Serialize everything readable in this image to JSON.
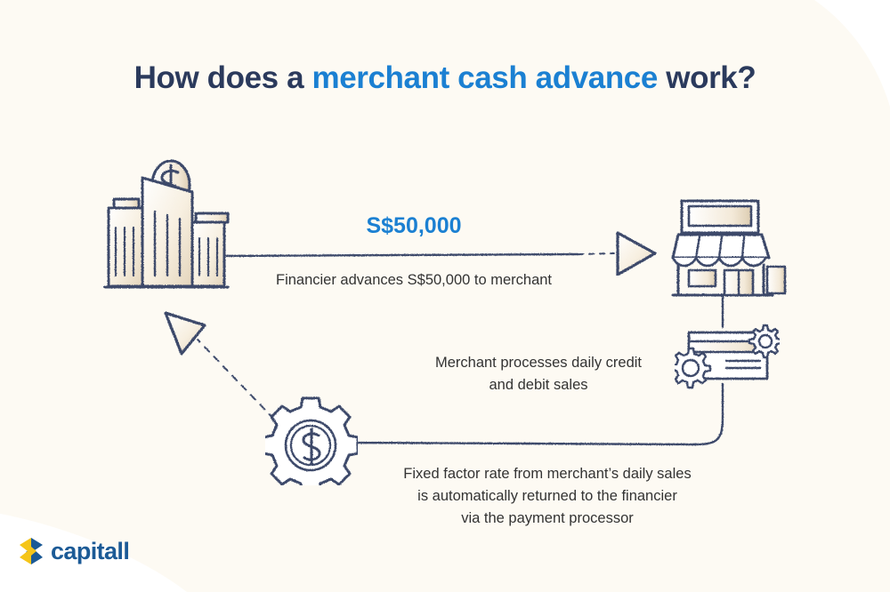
{
  "page": {
    "kind": "infographic",
    "background_color": "#fdfaf3",
    "background_outer_color": "#ffffff",
    "text_color": "#333333",
    "accent_blue": "#1b80d2",
    "title_dark": "#2b3a5c",
    "sketch_ink": "#3c4a6b",
    "sketch_fill": "#e9ddc9"
  },
  "title": {
    "part1": "How does a ",
    "accent": "merchant cash advance",
    "part2": " work?",
    "full": "How does a merchant cash advance work?"
  },
  "flow": {
    "amount_label": "S$50,000",
    "steps": [
      {
        "id": "step-1",
        "caption": "Financier advances S$50,000 to merchant",
        "from_icon": "office-building-dollar-icon",
        "to_icon": "storefront-icon"
      },
      {
        "id": "step-2",
        "caption_line1": "Merchant processes daily credit",
        "caption_line2": "and debit sales",
        "from_icon": "storefront-icon",
        "to_icon": "credit-card-gears-icon"
      },
      {
        "id": "step-3",
        "caption_line1": "Fixed factor rate from merchant’s daily sales",
        "caption_line2": "is automatically returned to the financier",
        "caption_line3": "via the payment processor",
        "from_icon": "credit-card-gears-icon",
        "to_icon": "gear-dollar-icon"
      }
    ]
  },
  "icons": {
    "building": "office-building-dollar-icon",
    "storefront": "storefront-icon",
    "card": "credit-card-gears-icon",
    "gear_dollar": "gear-dollar-icon",
    "arrow_right": "arrow-right-triangle-icon",
    "arrow_upleft": "arrow-upleft-triangle-icon"
  },
  "logo": {
    "mark": "capitall-chevron-logo-mark",
    "text": "capitall",
    "mark_color_left": "#f5c518",
    "mark_color_right": "#1b5a96",
    "text_color": "#1b5a96"
  }
}
